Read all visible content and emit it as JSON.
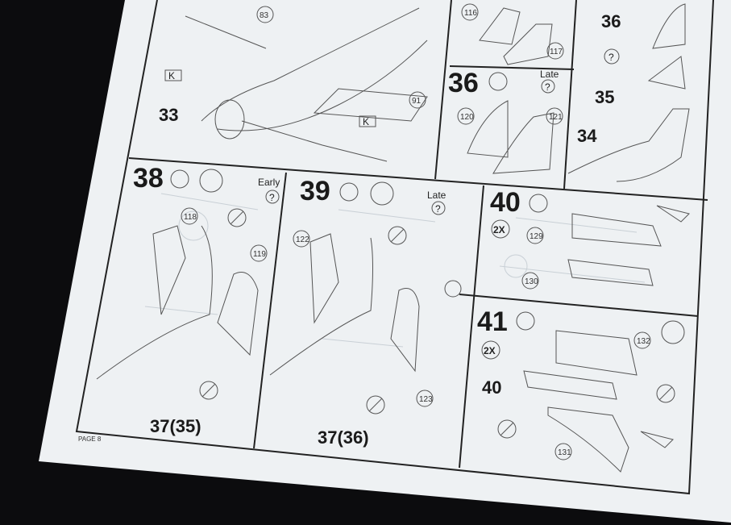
{
  "page_label": "PAGE 8",
  "steps": {
    "s33": {
      "number": "33",
      "parts": [
        "83",
        "91"
      ],
      "markers": [
        "K",
        "K"
      ]
    },
    "s35_top": {
      "parts": [
        "116",
        "117"
      ]
    },
    "s36": {
      "number": "36",
      "variant": "Late",
      "question": "?",
      "parts": [
        "120",
        "121"
      ]
    },
    "s34_36": {
      "labels": [
        "36",
        "35",
        "34"
      ],
      "question": "?"
    },
    "s38": {
      "number": "38",
      "variant": "Early",
      "question": "?",
      "parts": [
        "118",
        "119"
      ],
      "assembly": "37(35)"
    },
    "s39": {
      "number": "39",
      "variant": "Late",
      "question": "?",
      "parts": [
        "122",
        "123"
      ],
      "assembly": "37(36)"
    },
    "s40": {
      "number": "40",
      "multiplier": "2X",
      "parts": [
        "129",
        "130"
      ]
    },
    "s41": {
      "number": "41",
      "multiplier": "2X",
      "parts": [
        "132",
        "131"
      ],
      "assembly": "40"
    }
  },
  "icons": [
    "glue-icon",
    "clock-drying-icon",
    "no-glue-icon",
    "clamp-icon"
  ]
}
